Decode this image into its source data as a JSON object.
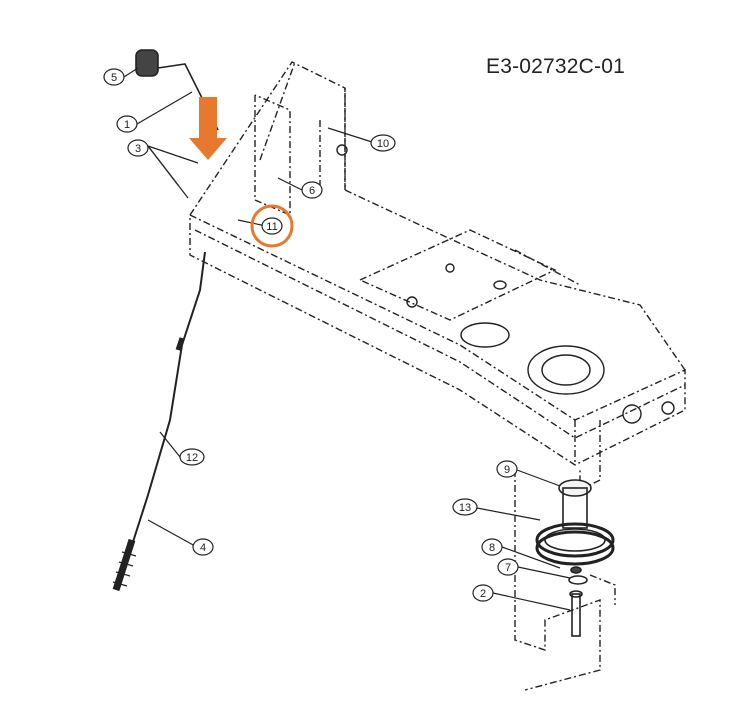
{
  "diagram": {
    "code": "E3-02732C-01",
    "callouts": [
      {
        "id": "c1",
        "label": "1"
      },
      {
        "id": "c2",
        "label": "2"
      },
      {
        "id": "c3",
        "label": "3"
      },
      {
        "id": "c4",
        "label": "4"
      },
      {
        "id": "c5",
        "label": "5"
      },
      {
        "id": "c6",
        "label": "6"
      },
      {
        "id": "c7",
        "label": "7"
      },
      {
        "id": "c8",
        "label": "8"
      },
      {
        "id": "c9",
        "label": "9"
      },
      {
        "id": "c10",
        "label": "10"
      },
      {
        "id": "c11",
        "label": "11"
      },
      {
        "id": "c12",
        "label": "12"
      },
      {
        "id": "c13",
        "label": "13"
      }
    ],
    "highlight": {
      "target": "11",
      "color": "#E8782E"
    },
    "arrow": {
      "color": "#E8782E"
    },
    "line_color": "#222222"
  }
}
